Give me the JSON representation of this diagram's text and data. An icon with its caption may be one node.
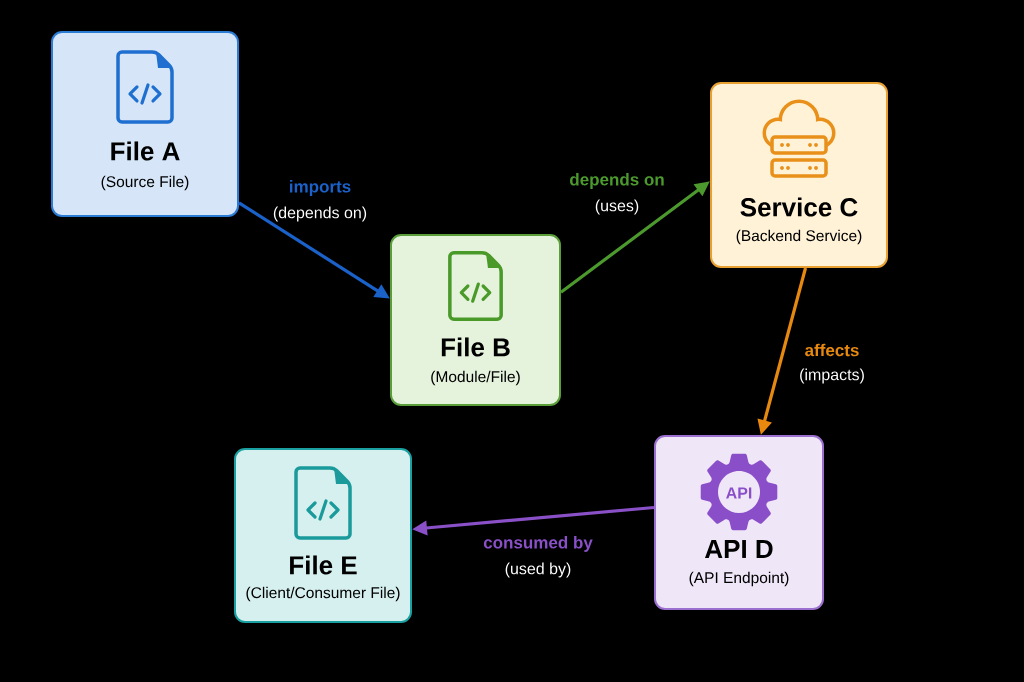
{
  "diagram": {
    "nodes": [
      {
        "text": [
          "File A",
          "(Source File)"
        ]
      },
      {
        "text": [
          "File B",
          "(Module/File)"
        ]
      },
      {
        "text": [
          "Service C",
          "(Backend Service)"
        ]
      },
      {
        "text": [
          "API",
          "API D",
          "(API Endpoint)"
        ]
      },
      {
        "text": [
          "File E",
          "(Client/Consumer File)"
        ]
      }
    ],
    "edges": [
      {
        "from": 0,
        "to": 1,
        "arrow": "to",
        "label": "imports",
        "color": "#1a62c9"
      },
      {
        "from": 1,
        "to": 2,
        "arrow": "to",
        "label": "depends on",
        "color": "#4c9a2e"
      },
      {
        "from": 2,
        "to": 3,
        "arrow": "to",
        "label": "affects",
        "color": "#e8890f"
      },
      {
        "from": 3,
        "to": 4,
        "arrow": "to",
        "label": "consumed by",
        "color": "#8a50c8"
      }
    ],
    "labels": [
      "(depends on)",
      "(uses)",
      "(impacts)",
      "(used by)"
    ]
  }
}
